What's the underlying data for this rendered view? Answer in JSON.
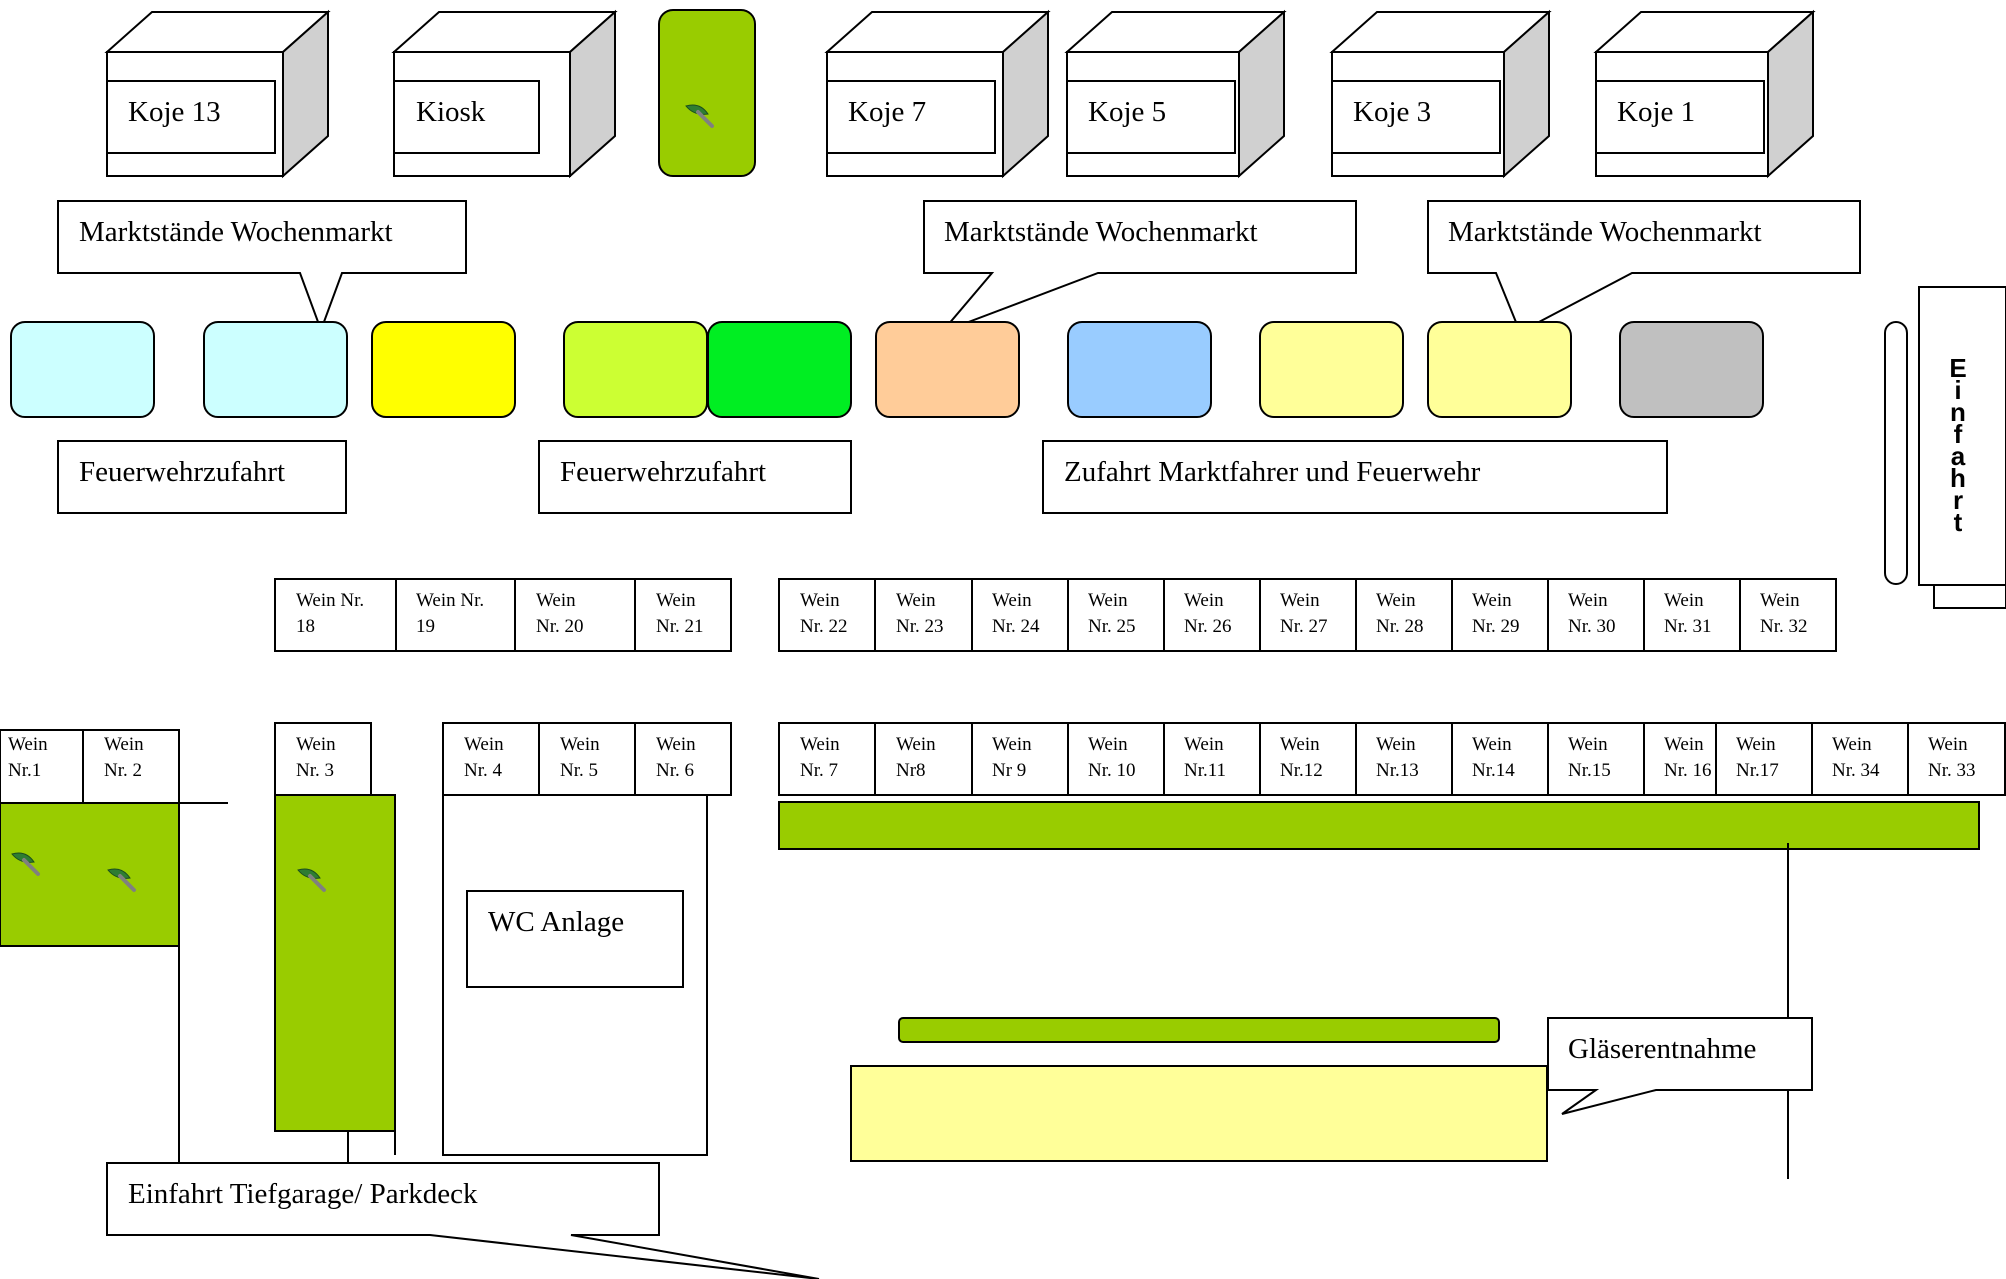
{
  "booths": [
    "Koje 13",
    "Kiosk",
    "Koje 7",
    "Koje 5",
    "Koje 3",
    "Koje 1"
  ],
  "market_callouts": [
    "Marktstände Wochenmarkt",
    "Marktstände Wochenmarkt",
    "Marktstände Wochenmarkt"
  ],
  "access_labels": [
    "Feuerwehrzufahrt",
    "Feuerwehrzufahrt",
    "Zufahrt Marktfahrer und Feuerwehr"
  ],
  "entrance_label": "Einfahrt",
  "wine_row_upper": [
    [
      "Wein Nr.",
      "18"
    ],
    [
      "Wein Nr.",
      "19"
    ],
    [
      "Wein",
      "Nr. 20"
    ],
    [
      "Wein",
      "Nr. 21"
    ],
    [
      "Wein",
      "Nr. 22"
    ],
    [
      "Wein",
      "Nr. 23"
    ],
    [
      "Wein",
      "Nr. 24"
    ],
    [
      "Wein",
      "Nr. 25"
    ],
    [
      "Wein",
      "Nr. 26"
    ],
    [
      "Wein",
      "Nr. 27"
    ],
    [
      "Wein",
      "Nr. 28"
    ],
    [
      "Wein",
      "Nr. 29"
    ],
    [
      "Wein",
      "Nr. 30"
    ],
    [
      "Wein",
      "Nr. 31"
    ],
    [
      "Wein",
      "Nr. 32"
    ]
  ],
  "wine_row_lower": [
    [
      "Wein",
      "Nr.1"
    ],
    [
      "Wein",
      "Nr. 2"
    ],
    [
      "Wein",
      "Nr. 3"
    ],
    [
      "Wein",
      "Nr. 4"
    ],
    [
      "Wein",
      "Nr. 5"
    ],
    [
      "Wein",
      "Nr. 6"
    ],
    [
      "Wein",
      "Nr. 7"
    ],
    [
      "Wein",
      "Nr8"
    ],
    [
      "Wein",
      "Nr  9"
    ],
    [
      "Wein",
      "Nr. 10"
    ],
    [
      "Wein",
      "Nr.11"
    ],
    [
      "Wein",
      "Nr.12"
    ],
    [
      "Wein",
      "Nr.13"
    ],
    [
      "Wein",
      "Nr.14"
    ],
    [
      "Wein",
      "Nr.15"
    ],
    [
      "Wein",
      "Nr. 16"
    ],
    [
      "Wein",
      "Nr.17"
    ],
    [
      "Wein",
      "Nr. 34"
    ],
    [
      "Wein",
      "Nr. 33"
    ]
  ],
  "wc_label": "WC Anlage",
  "glass_label": "Gläserentnahme",
  "garage_label": "Einfahrt Tiefgarage/ Parkdeck",
  "colors": {
    "green_area": "#99cc00",
    "light_cyan": "#ccffff",
    "yellow": "#ffff00",
    "lime": "#ccff33",
    "bright_green": "#00ee22",
    "peach": "#ffcc99",
    "sky_blue": "#99ccff",
    "pale_yellow": "#ffff99",
    "gray": "#c0c0c0",
    "cube_side": "#d0d0d0"
  },
  "icons": [
    "leaf-icon"
  ]
}
